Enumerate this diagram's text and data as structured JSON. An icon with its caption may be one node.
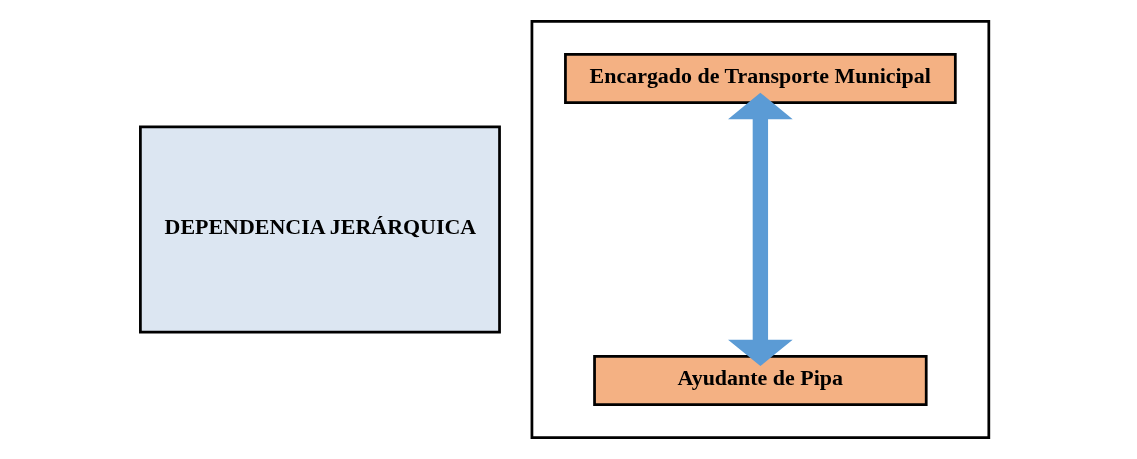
{
  "diagram": {
    "nodes": [
      {
        "text": [
          "DEPENDENCIA JERÁRQUICA"
        ]
      },
      {
        "text": [],
        "shape": "box"
      },
      {
        "text": [
          "Encargado de Transporte Municipal"
        ],
        "in": 1
      },
      {
        "text": [
          "Ayudante de Pipa"
        ],
        "in": 1
      }
    ],
    "edges": [
      {
        "from": 2,
        "to": 3,
        "arrow": "both",
        "color": "#5b9bd5"
      }
    ]
  }
}
